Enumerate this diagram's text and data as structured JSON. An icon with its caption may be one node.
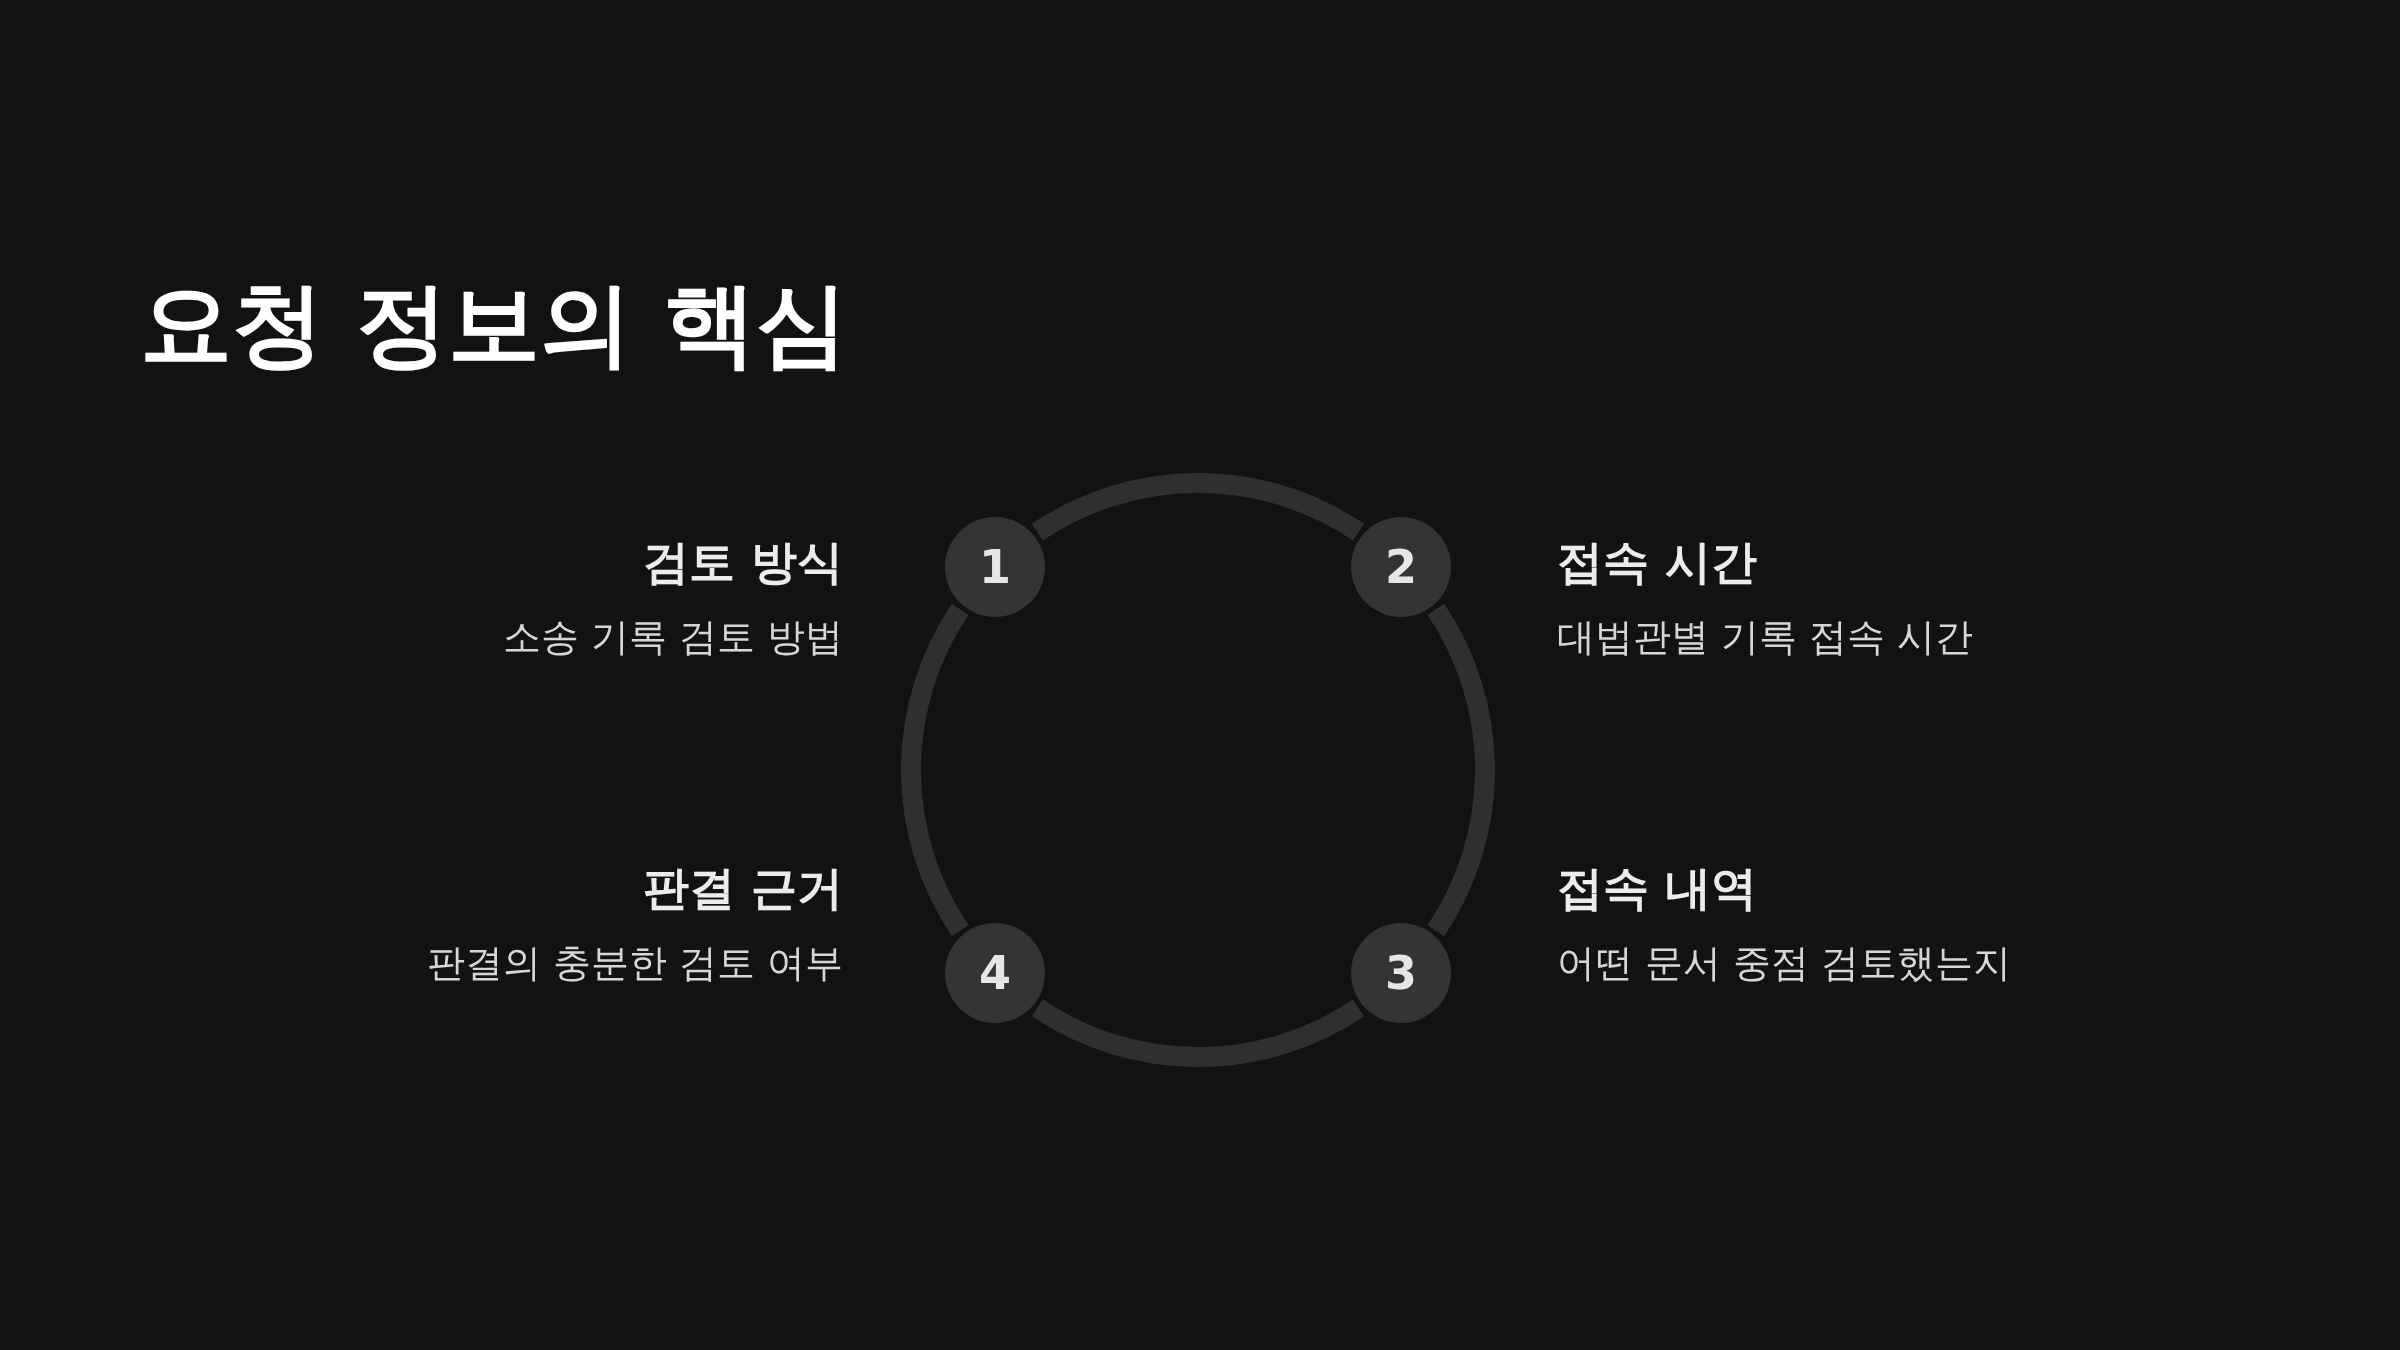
{
  "diagram": {
    "title": "요청 정보의 핵심",
    "nodes": [
      {
        "text": [
          "1"
        ],
        "beside": [
          "검토 방식",
          "소송 기록 검토 방법"
        ]
      },
      {
        "text": [
          "2"
        ],
        "beside": [
          "접속 시간",
          "대법관별 기록 접속 시간"
        ]
      },
      {
        "text": [
          "3"
        ],
        "beside": [
          "접속 내역",
          "어떤 문서 중점 검토했는지"
        ]
      },
      {
        "text": [
          "4"
        ],
        "beside": [
          "판결 근거",
          "판결의 충분한 검토 여부"
        ]
      }
    ],
    "edges": [
      {
        "from": 0,
        "to": 1,
        "arrow": "none"
      },
      {
        "from": 1,
        "to": 2,
        "arrow": "none"
      },
      {
        "from": 2,
        "to": 3,
        "arrow": "none"
      },
      {
        "from": 3,
        "to": 0,
        "arrow": "none"
      }
    ]
  }
}
